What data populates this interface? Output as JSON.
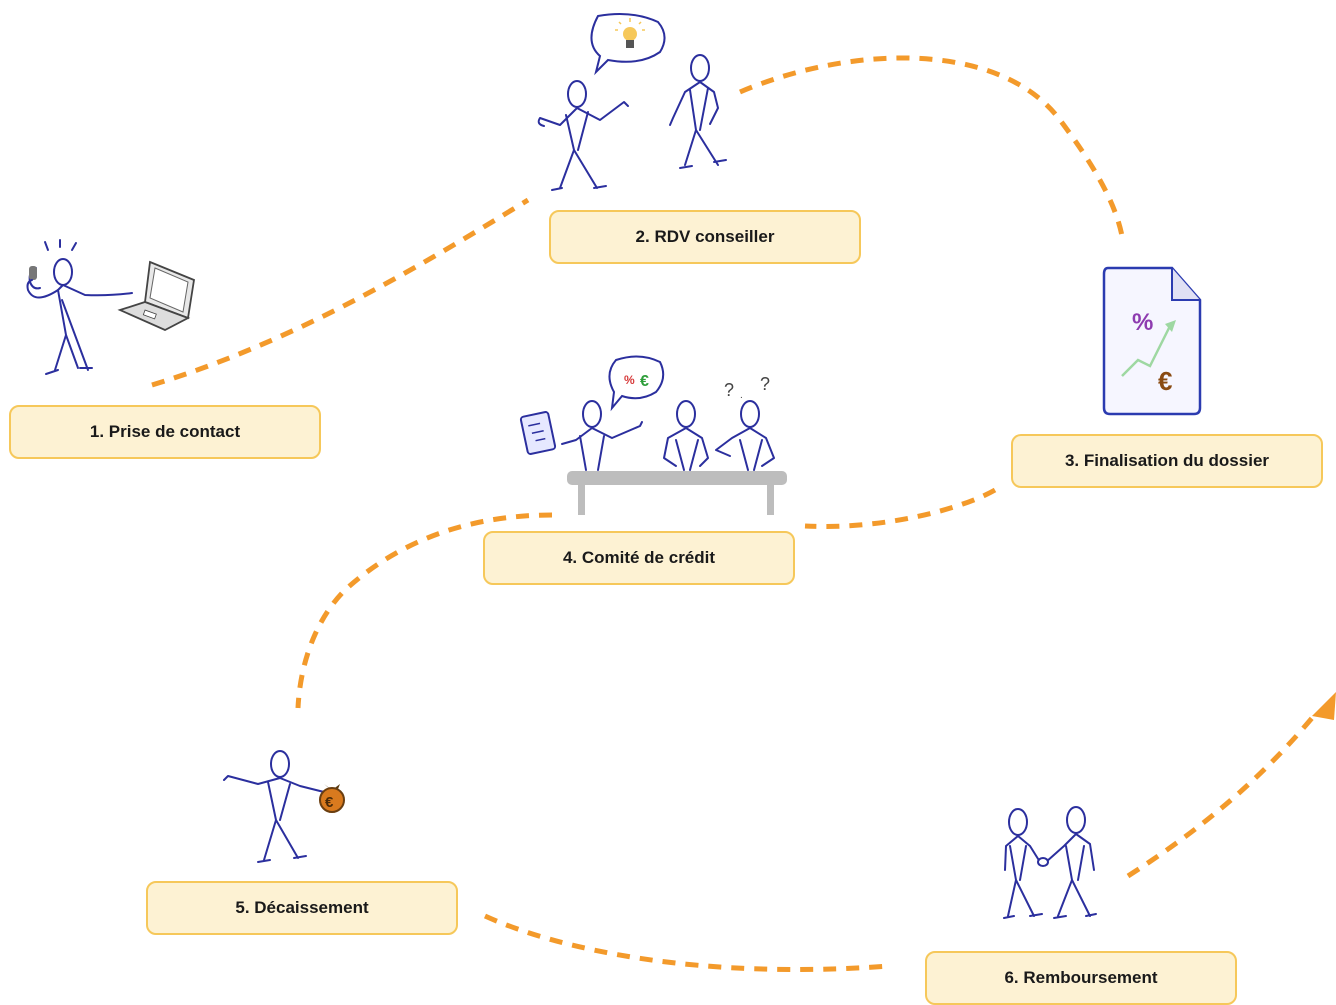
{
  "steps": [
    {
      "label": "1. Prise de contact"
    },
    {
      "label": "2. RDV conseiller"
    },
    {
      "label": "3. Finalisation du dossier"
    },
    {
      "label": "4. Comité de crédit"
    },
    {
      "label": "5. Décaissement"
    },
    {
      "label": "6. Remboursement"
    }
  ],
  "icons": {
    "step1": "phone-laptop-person-icon",
    "step2": "two-people-idea-icon",
    "step3": "document-chart-euro-icon",
    "step4": "committee-table-icon",
    "step5": "money-bag-person-icon",
    "step6": "handshake-icon"
  },
  "colors": {
    "path": "#f39a2b",
    "box_fill": "#fdf2d3",
    "box_border": "#f6c85a",
    "figure": "#2b2f9e",
    "euro_green": "#2e9e3a",
    "euro_brown": "#8a4b12",
    "percent_purple": "#8e3bb0"
  }
}
